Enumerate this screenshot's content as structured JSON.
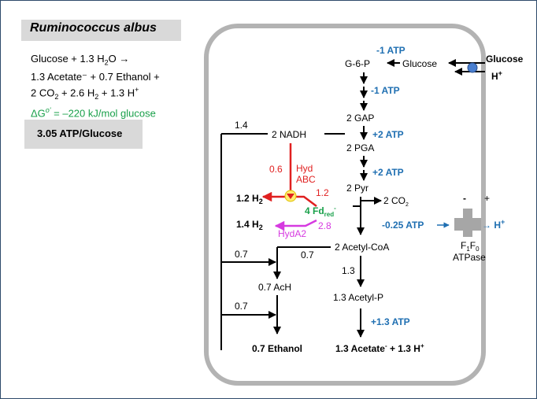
{
  "panel": {
    "title": "Ruminococcus albus",
    "equation": {
      "line1_prefix": "Glucose + 1.3 H",
      "line1_sub": "2",
      "line1_suffix": "O →",
      "line2": "1.3 Acetate⁻ + 0.7 Ethanol +",
      "line3_a": "2 CO",
      "line3_sub1": "2",
      "line3_b": " + 2.6 H",
      "line3_sub2": "2",
      "line3_c": " + 1.3 H",
      "line3_sup": "+",
      "line4_delta": "ΔG",
      "line4_sup": "o'",
      "line4_rest": " = –220 kJ/mol glucose"
    },
    "atp_yield": "3.05 ATP/Glucose"
  },
  "diagram": {
    "colors": {
      "atp": "#1f6fb2",
      "red": "#e02020",
      "green": "#19a04a",
      "magenta": "#d63ae0",
      "membrane": "#b3b3b3",
      "transporter": "#4a7fd0"
    },
    "metabolites": {
      "g6p": "G-6-P",
      "glucose_in": "Glucose",
      "gap": "2 GAP",
      "pga": "2 PGA",
      "pyr": "2 Pyr",
      "nadh": "2 NADH",
      "acetyl_coa": "2 Acetyl-CoA",
      "acetyl_p": "1.3 Acetyl-P",
      "ach": "0.7 AcH",
      "ethanol": "0.7 Ethanol",
      "acetate_a": "1.3 Acetate",
      "acetate_sup": "-",
      "acetate_b": " + 1.3 H",
      "acetate_sup2": "+",
      "co2_a": "2 CO",
      "co2_sub": "2",
      "h2_12_a": "1.2 H",
      "h2_12_sub": "2",
      "h2_14_a": "1.4 H",
      "h2_14_sub": "2",
      "fd_a": "4 Fd",
      "fd_sub": "red",
      "fd_sup": "-"
    },
    "external": {
      "glucose": "Glucose",
      "hplus_a": "H",
      "hplus_sup": "+",
      "hplus_out_a": "→ H",
      "hplus_out_sup": "+"
    },
    "atp_labels": {
      "a1": "-1 ATP",
      "a2": "-1 ATP",
      "a3": "+2 ATP",
      "a4": "+2 ATP",
      "a5": "-0.25 ATP",
      "a6": "+1.3 ATP"
    },
    "enzymes": {
      "hyd_abc_1": "Hyd",
      "hyd_abc_2": "ABC",
      "hyda2": "HydA2"
    },
    "fluxes": {
      "f_14": "1.4",
      "f_06": "0.6",
      "f_12": "1.2",
      "f_28": "2.8",
      "f_07a": "0.7",
      "f_07b": "0.7",
      "f_07c": "0.7",
      "f_13": "1.3"
    },
    "atpase": {
      "f1f0_a": "F",
      "f1f0_sub1": "1",
      "f1f0_b": "F",
      "f1f0_sub2": "0",
      "label": "ATPase"
    },
    "membrane_signs": {
      "minus": "-",
      "plus": "+"
    }
  }
}
